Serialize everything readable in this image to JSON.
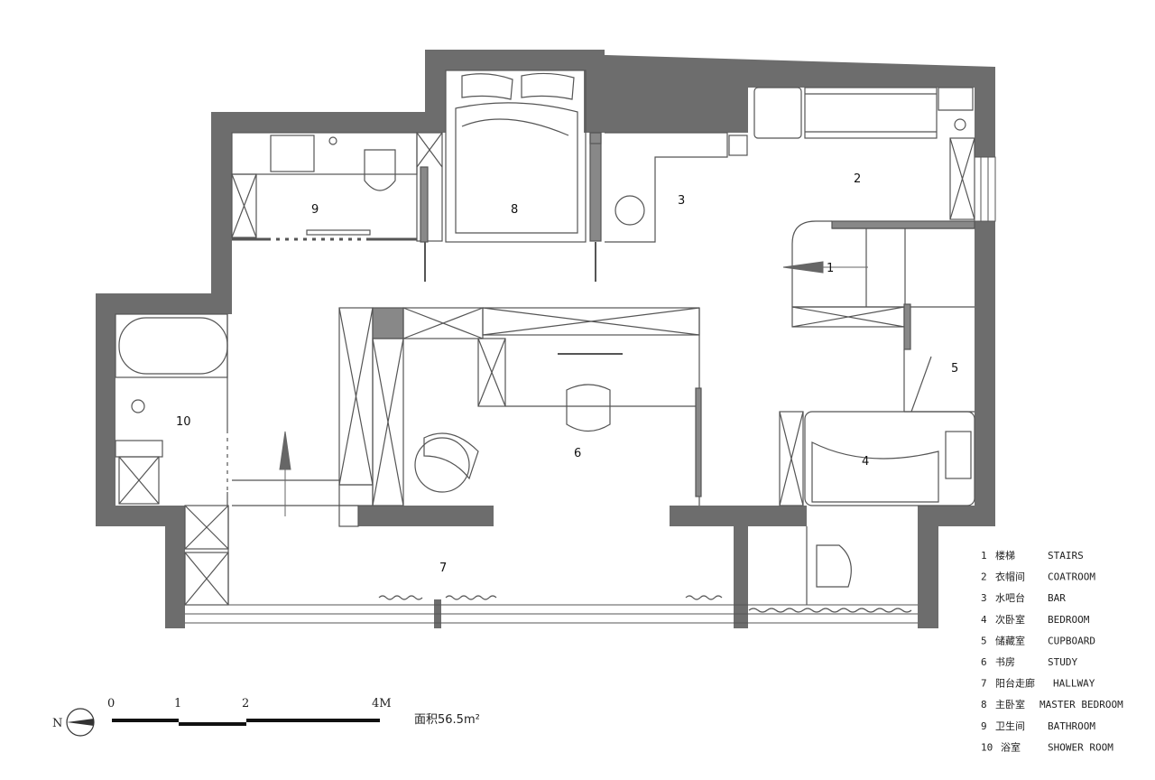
{
  "rooms": {
    "r1": "1",
    "r2": "2",
    "r3": "3",
    "r4": "4",
    "r5": "5",
    "r6": "6",
    "r7": "7",
    "r8": "8",
    "r9": "9",
    "r10": "10"
  },
  "legend": [
    {
      "num": "1",
      "zh": "楼梯",
      "en": "STAIRS"
    },
    {
      "num": "2",
      "zh": "衣帽间",
      "en": "COATROOM"
    },
    {
      "num": "3",
      "zh": "水吧台",
      "en": "BAR"
    },
    {
      "num": "4",
      "zh": "次卧室",
      "en": "BEDROOM"
    },
    {
      "num": "5",
      "zh": "储藏室",
      "en": "CUPBOARD"
    },
    {
      "num": "6",
      "zh": "书房",
      "en": "STUDY"
    },
    {
      "num": "7",
      "zh": "阳台走廊",
      "en": "HALLWAY"
    },
    {
      "num": "8",
      "zh": "主卧室",
      "en": "MASTER BEDROOM"
    },
    {
      "num": "9",
      "zh": "卫生间",
      "en": "BATHROOM"
    },
    {
      "num": "10",
      "zh": "浴室",
      "en": "SHOWER ROOM"
    }
  ],
  "compass": {
    "label": "N"
  },
  "scale": {
    "ticks": [
      "0",
      "1",
      "2",
      "4M"
    ]
  },
  "area": {
    "text": "面积56.5m²"
  },
  "colors": {
    "wall": "#6d6d6d",
    "line": "#555555"
  }
}
